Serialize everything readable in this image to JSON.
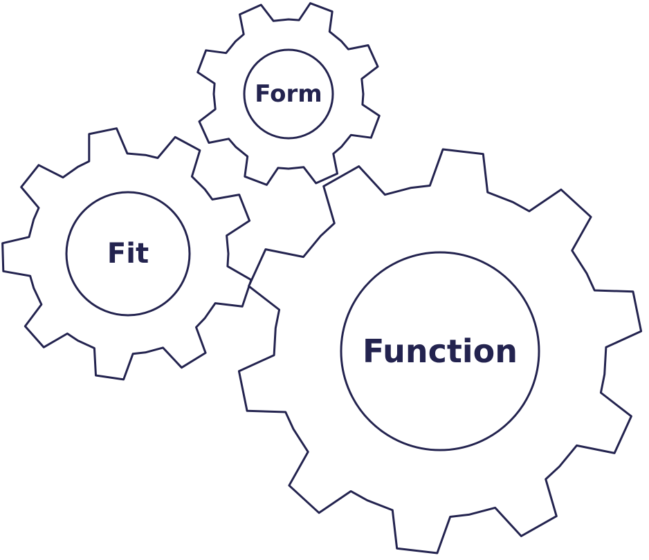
{
  "diagram": {
    "colors": {
      "stroke": "#23234f",
      "text": "#23234f",
      "fill": "#ffffff"
    },
    "gears": [
      {
        "id": "form",
        "label": "Form",
        "teeth": 8
      },
      {
        "id": "fit",
        "label": "Fit",
        "teeth": 9
      },
      {
        "id": "function",
        "label": "Function",
        "teeth": 10
      }
    ]
  }
}
